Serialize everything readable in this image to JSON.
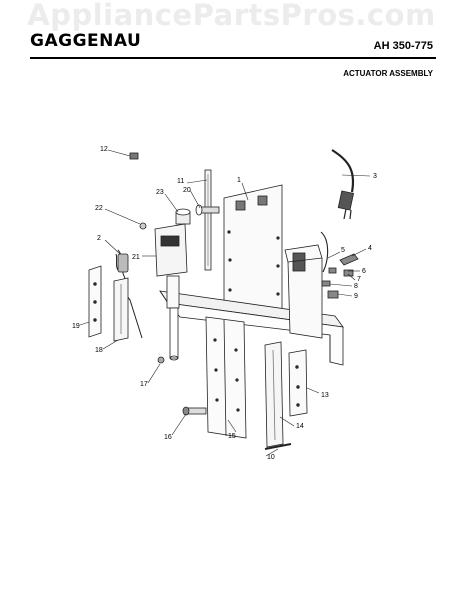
{
  "watermark": "AppliancePartsPros.com",
  "header": {
    "brand": "GAGGENAU",
    "model": "AH 350-775",
    "subtitle": "ACTUATOR ASSEMBLY"
  },
  "callouts": [
    "1",
    "2",
    "3",
    "4",
    "5",
    "6",
    "7",
    "8",
    "9",
    "10",
    "11",
    "12",
    "13",
    "14",
    "15",
    "16",
    "17",
    "18",
    "19",
    "20",
    "21",
    "22",
    "23"
  ]
}
